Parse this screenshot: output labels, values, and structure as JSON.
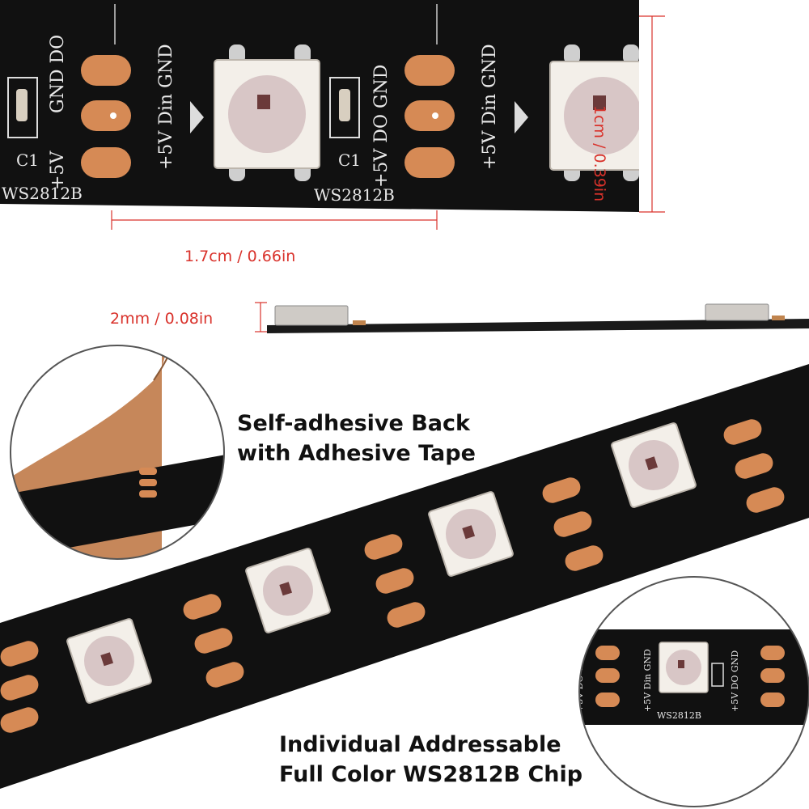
{
  "dimensions": {
    "height": "1cm / 0.39in",
    "length": "1.7cm / 0.66in",
    "thickness": "2mm / 0.08in"
  },
  "captions": {
    "back_line1": "Self-adhesive Back",
    "back_line2": "with Adhesive Tape",
    "chip_line1": "Individual Addressable",
    "chip_line2": "Full Color WS2812B Chip"
  },
  "pcb_labels": {
    "gnd": "GND",
    "do": "DO",
    "plus5v": "+5V",
    "din": "Din",
    "c1": "C1",
    "model": "WS2812B"
  },
  "colors": {
    "dimension_red": "#d9322b",
    "pcb_black": "#111111",
    "copper_pad": "#d68a55",
    "led_body": "#f3efe9",
    "led_lens": "#d8c6c6"
  }
}
